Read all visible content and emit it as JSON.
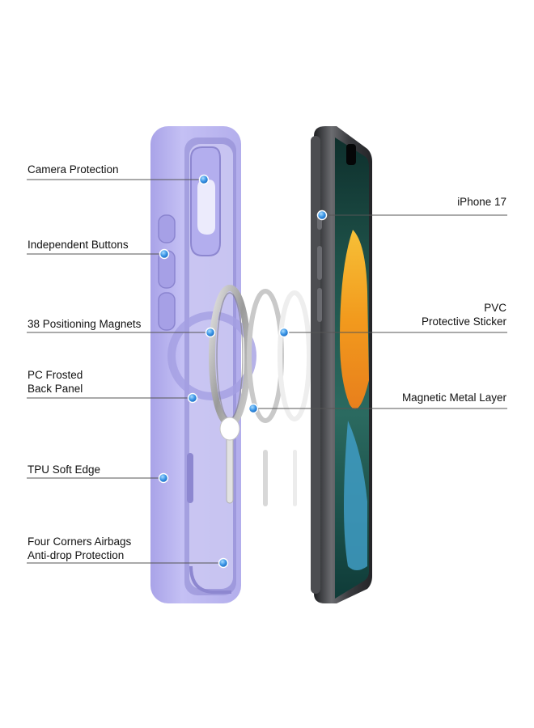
{
  "colors": {
    "case": "#b9b4ee",
    "case_dark": "#8f89d4",
    "dot": "#3a95e6",
    "line": "#555555",
    "phone_frame": "#2f3033",
    "screen_green": "#1f5b4e",
    "screen_orange": "#f5a523",
    "screen_blue": "#4aa3c9"
  },
  "labels_left": [
    {
      "lines": [
        "Camera Protection"
      ]
    },
    {
      "lines": [
        "Independent Buttons"
      ]
    },
    {
      "lines": [
        "38 Positioning Magnets"
      ]
    },
    {
      "lines": [
        "PC Frosted",
        "Back Panel"
      ]
    },
    {
      "lines": [
        "TPU Soft Edge"
      ]
    },
    {
      "lines": [
        "Four Corners Airbags",
        "Anti-drop Protection"
      ]
    }
  ],
  "labels_right": [
    {
      "lines": [
        "iPhone 17"
      ]
    },
    {
      "lines": [
        "PVC",
        "Protective Sticker"
      ]
    },
    {
      "lines": [
        "Magnetic Metal Layer"
      ]
    }
  ],
  "icons": {
    "ring": "magsafe-ring-icon",
    "dot": "callout-dot-icon"
  }
}
